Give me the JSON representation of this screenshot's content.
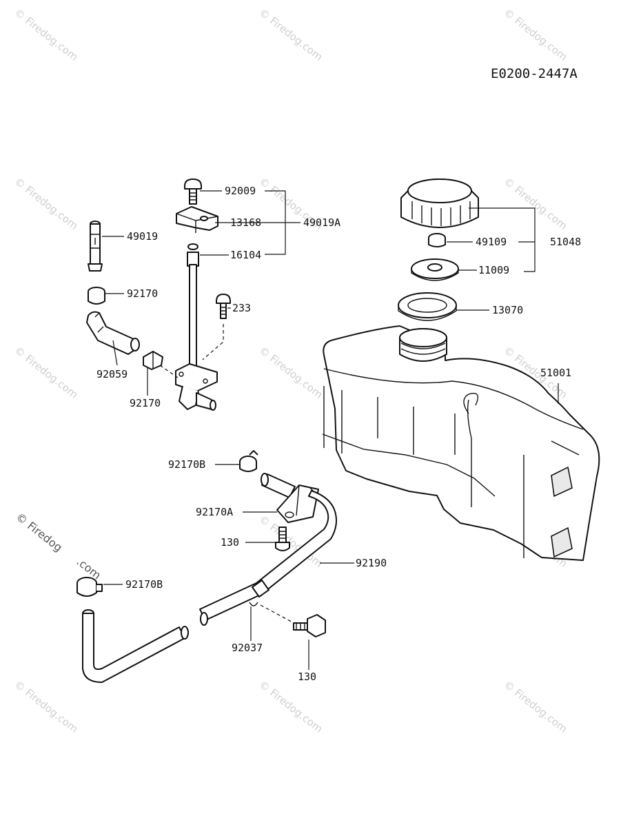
{
  "drawing_code": "E0200-2447A",
  "watermark": {
    "short": "© Firedog.com",
    "line1": "© Firedog",
    "line2": ".com"
  },
  "callouts": {
    "p92009": "92009",
    "p13168": "13168",
    "p49019A": "49019A",
    "p16104": "16104",
    "p49019": "49019",
    "p92170_upper": "92170",
    "p233": "233",
    "p92059": "92059",
    "p92170_lower": "92170",
    "p49109": "49109",
    "p51048": "51048",
    "p11009": "11009",
    "p13070": "13070",
    "p51001": "51001",
    "p92170B_top": "92170B",
    "p92170A": "92170A",
    "p130_a": "130",
    "p92190": "92190",
    "p92170B_left": "92170B",
    "p92037": "92037",
    "p130_b": "130"
  }
}
